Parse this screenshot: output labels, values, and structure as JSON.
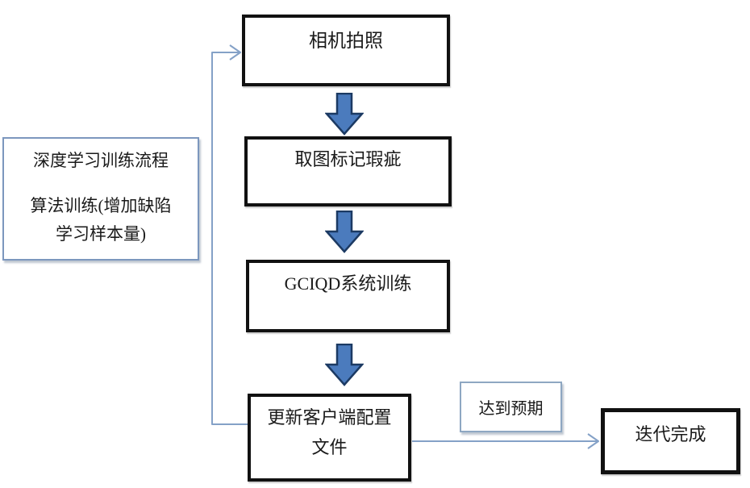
{
  "left_panel": {
    "title": "深度学习训练流程",
    "subtitle_lines": [
      "算法训练(增加缺陷",
      "学习样本量)"
    ]
  },
  "flow": {
    "step1": "相机拍照",
    "step2": "取图标记瑕疵",
    "step3": "GCIQD系统训练",
    "step4_lines": [
      "更新客户端配置",
      "文件"
    ],
    "condition": "达到预期",
    "end": "迭代完成"
  },
  "colors": {
    "box_border": "#111111",
    "text": "#1a1a1a",
    "block_arrow_fill": "#4b7bbd",
    "block_arrow_stroke": "#1c3a63",
    "connector": "#84a1c7",
    "panel_border": "#7c97be",
    "cond_border": "#8ea7c2"
  }
}
